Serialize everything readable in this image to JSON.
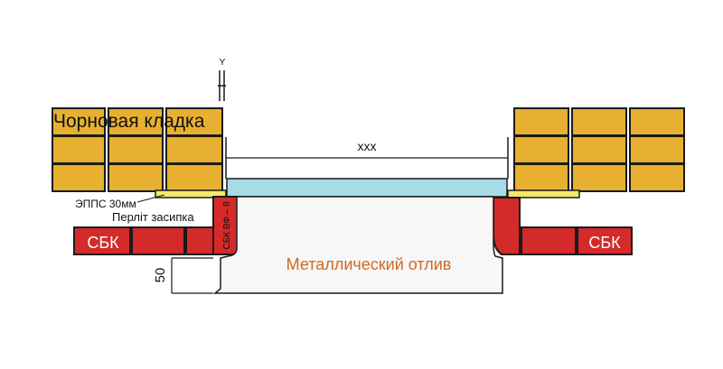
{
  "labels": {
    "rough_masonry": "Чорновая кладка",
    "width_mark": "ххх",
    "gap_mark": "Y",
    "epps": "ЭППС 30мм",
    "perlite": "Перліт засипка",
    "sbk_left": "СБК",
    "sbk_right": "СБК",
    "sbk_vertical": "СБК ВФ – 8",
    "sill": "Металлический отлив",
    "dimension_50": "50"
  },
  "colors": {
    "brick_yellow": "#e8b030",
    "brick_red": "#d42a2a",
    "epps_yellow": "#f3e96a",
    "glass_blue": "#a6dce6",
    "sill_gray": "#f7f7f7",
    "sill_text": "#d4691e",
    "outline": "#1a1a1a"
  }
}
